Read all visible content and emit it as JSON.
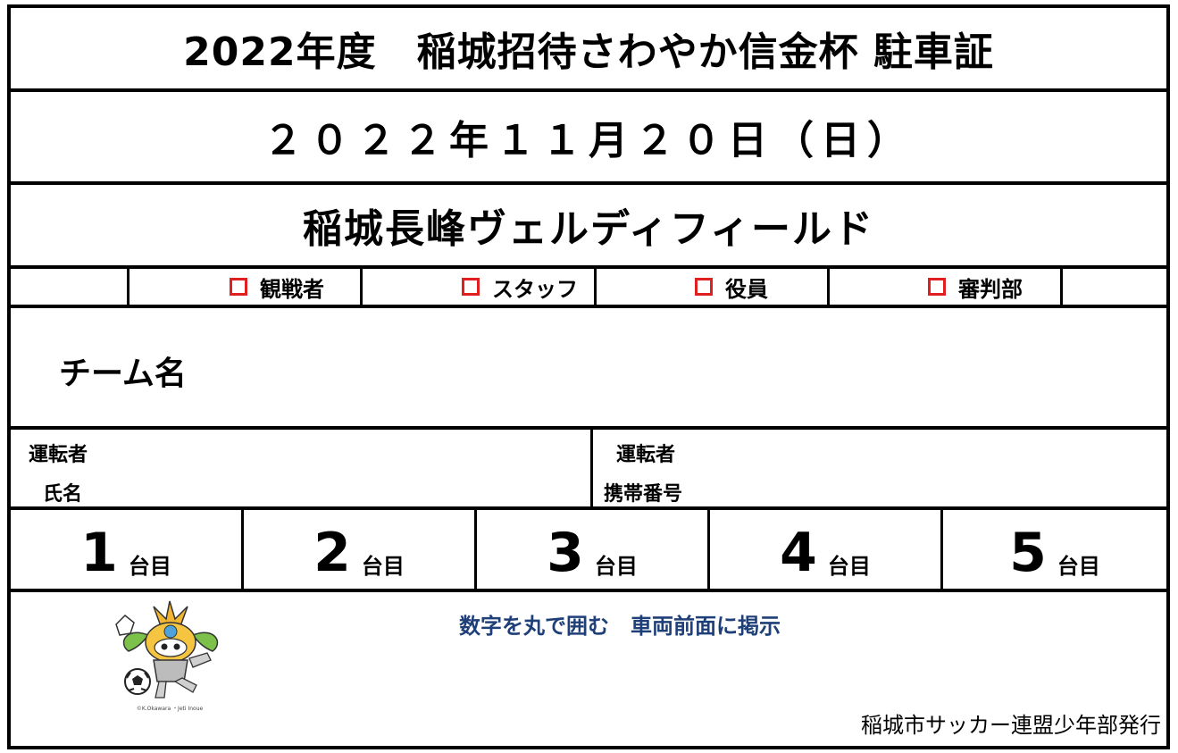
{
  "header": {
    "title": "2022年度　稲城招待さわやか信金杯 駐車証"
  },
  "event": {
    "date": "２０２２年１１月２０日（日）",
    "venue": "稲城長峰ヴェルディフィールド"
  },
  "roles": [
    {
      "label": "観戦者"
    },
    {
      "label": "スタッフ"
    },
    {
      "label": "役員"
    },
    {
      "label": "審判部"
    }
  ],
  "team": {
    "label": "チーム名"
  },
  "driver": {
    "name_label_line1": "運転者",
    "name_label_line2": "氏名",
    "phone_label_line1": "運転者",
    "phone_label_line2": "携帯番号"
  },
  "cars": [
    {
      "number": "1",
      "unit": "台目"
    },
    {
      "number": "2",
      "unit": "台目"
    },
    {
      "number": "3",
      "unit": "台目"
    },
    {
      "number": "4",
      "unit": "台目"
    },
    {
      "number": "5",
      "unit": "台目"
    }
  ],
  "footer": {
    "instruction": "数字を丸で囲む　車両前面に掲示",
    "publisher": "稲城市サッカー連盟少年部発行",
    "mascot_credit": "©K.Okawara ・Jeti Inoue"
  },
  "colors": {
    "checkbox": "#e02020",
    "instruction": "#1f3f78"
  }
}
